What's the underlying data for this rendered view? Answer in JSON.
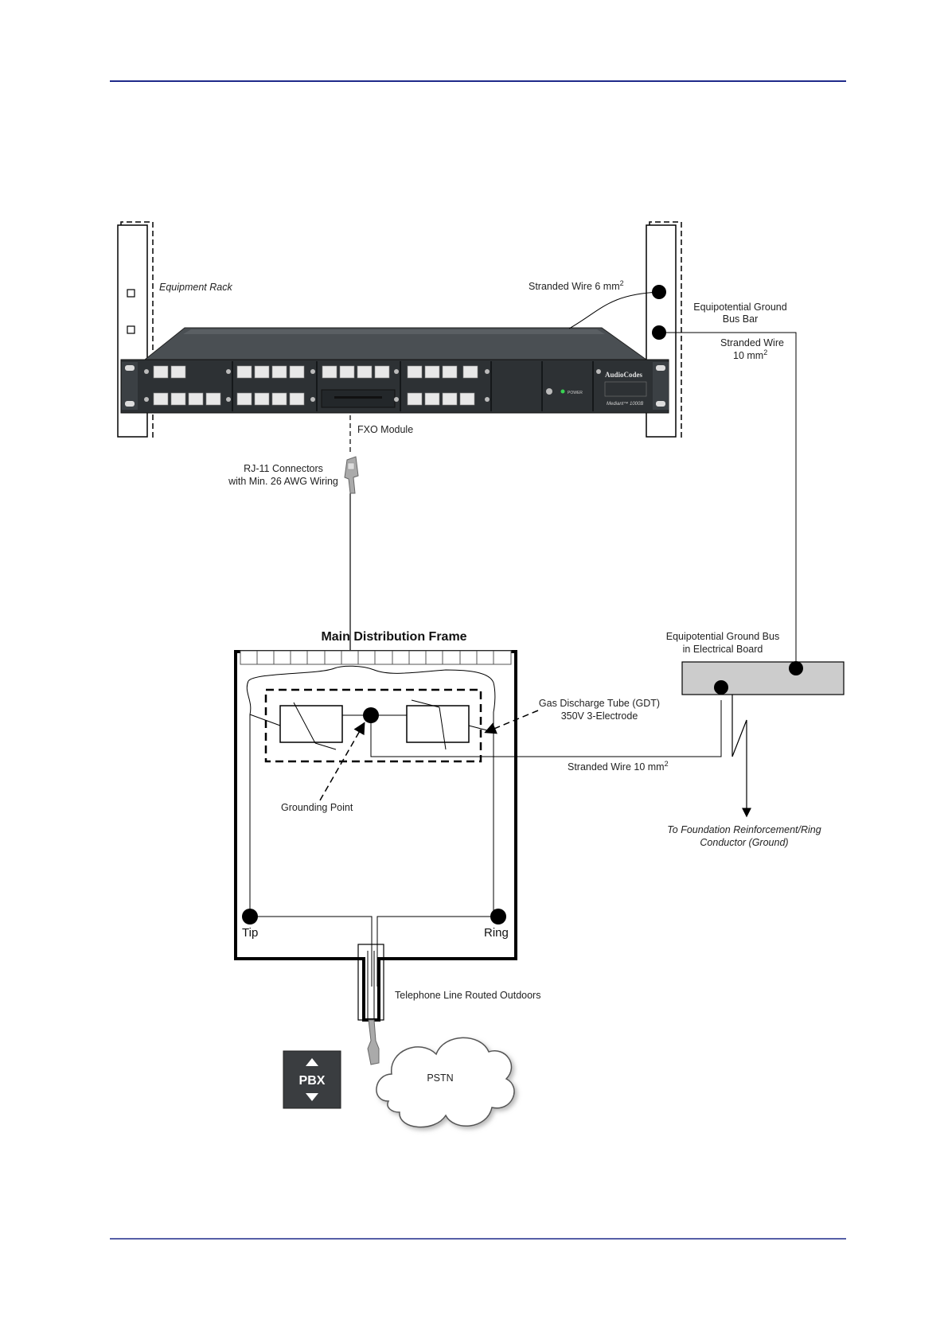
{
  "diagram": {
    "labels": {
      "equipment_rack": "Equipment Rack",
      "stranded_wire_6": "Stranded Wire 6 mm",
      "stranded_wire_6_sup": "2",
      "equip_ground_busbar_1": "Equipotential Ground",
      "equip_ground_busbar_2": "Bus Bar",
      "stranded_wire_10_top_1": "Stranded Wire",
      "stranded_wire_10_top_2": "10 mm",
      "stranded_wire_10_top_sup": "2",
      "fxo_module": "FXO Module",
      "rj11_1": "RJ-11 Connectors",
      "rj11_2": "with Min. 26 AWG Wiring",
      "mdf_title": "Main Distribution Frame",
      "eq_bus_board_1": "Equipotential Ground Bus",
      "eq_bus_board_2": "in Electrical Board",
      "gdt_1": "Gas Discharge Tube (GDT)",
      "gdt_2": "350V 3-Electrode",
      "stranded_wire_10_bottom": "Stranded Wire 10 mm",
      "stranded_wire_10_bottom_sup": "2",
      "grounding_point": "Grounding Point",
      "foundation_1": "To Foundation Reinforcement/Ring",
      "foundation_2": "Conductor (Ground)",
      "tip": "Tip",
      "ring": "Ring",
      "telephone_line": "Telephone Line Routed Outdoors",
      "pstn": "PSTN",
      "pbx": "PBX"
    },
    "device": {
      "brand": "AudioCodes",
      "model": "Mediant™ 1000B",
      "power": "POWER"
    }
  },
  "colors": {
    "header_rule": "#1f2a8a",
    "device_body": "#2d3134",
    "board_fill": "#cccccc",
    "pbx_fill": "#3a3d40"
  }
}
